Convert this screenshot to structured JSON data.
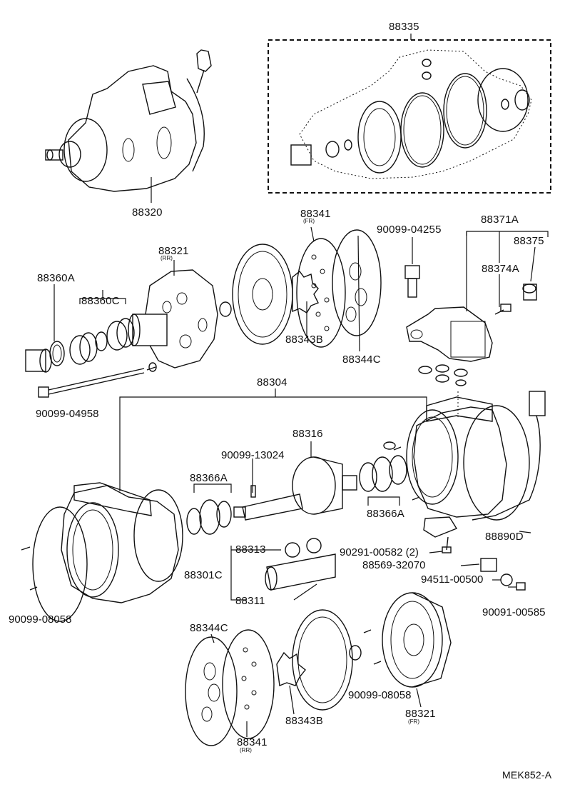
{
  "diagram_code": "MEK852-A",
  "labels": {
    "p88335": "88335",
    "p88320": "88320",
    "p88341_top": "88341",
    "p88341_top_sub": "(FR)",
    "p90099_04255": "90099-04255",
    "p88371A": "88371A",
    "p88375": "88375",
    "p88374A": "88374A",
    "p88321_top": "88321",
    "p88321_top_sub": "(RR)",
    "p88360A": "88360A",
    "p88360C": "88360C",
    "p88343B_top": "88343B",
    "p88344C_top": "88344C",
    "p90099_04958": "90099-04958",
    "p88304": "88304",
    "p88316": "88316",
    "p90099_13024": "90099-13024",
    "p88366A_left": "88366A",
    "p88366A_right": "88366A",
    "p88890D": "88890D",
    "p88313": "88313",
    "p88301C": "88301C",
    "p88311": "88311",
    "p90291_00582": "90291-00582 (2)",
    "p88569_32070": "88569-32070",
    "p94511_00500": "94511-00500",
    "p90091_00585": "90091-00585",
    "p90099_08058_left": "90099-08058",
    "p88344C_bot": "88344C",
    "p90099_08058_bot": "90099-08058",
    "p88321_bot": "88321",
    "p88321_bot_sub": "(FR)",
    "p88343B_bot": "88343B",
    "p88341_bot": "88341",
    "p88341_bot_sub": "(RR)"
  }
}
